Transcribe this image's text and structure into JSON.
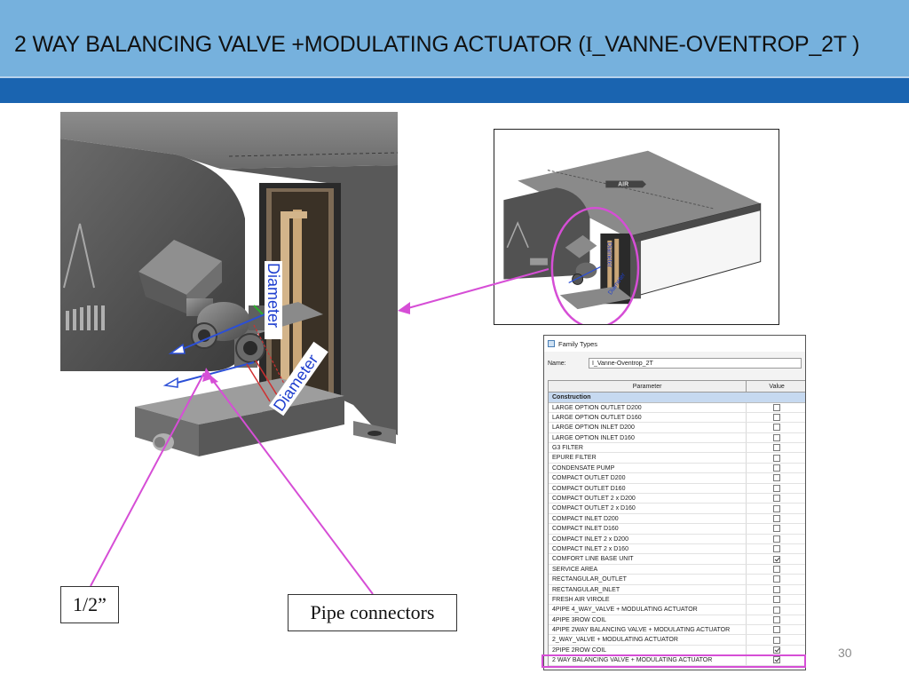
{
  "slide": {
    "title_main": "2 WAY BALANCING VALVE +MODULATING ACTUATOR (",
    "title_italic": "I",
    "title_rest": "_VANNE-OVENTROP_2T )",
    "page_number": "30"
  },
  "colors": {
    "header_light": "#76b1dd",
    "header_dark": "#1a64b0",
    "callout_pink": "#d64ed6"
  },
  "main_image": {
    "label_diameter_vertical": "Diameter",
    "label_diameter_diagonal": "Diameter"
  },
  "thumbnail": {
    "label_air": "AIR",
    "label_diameter_1": "Diameter",
    "label_diameter_2": "Diameter"
  },
  "callouts": {
    "half_inch": "1/2”",
    "pipe_connectors": "Pipe connectors"
  },
  "family_types": {
    "window_title": "Family Types",
    "name_label": "Name:",
    "name_value": "I_Vanne-Oventrop_2T",
    "col_parameter": "Parameter",
    "col_value": "Value",
    "group": "Construction",
    "rows": [
      {
        "label": "LARGE OPTION OUTLET D200",
        "checked": false
      },
      {
        "label": "LARGE OPTION OUTLET D160",
        "checked": false
      },
      {
        "label": "LARGE OPTION INLET D200",
        "checked": false
      },
      {
        "label": "LARGE OPTION INLET D160",
        "checked": false
      },
      {
        "label": "G3 FILTER",
        "checked": false
      },
      {
        "label": "EPURE FILTER",
        "checked": false
      },
      {
        "label": "CONDENSATE PUMP",
        "checked": false
      },
      {
        "label": "COMPACT OUTLET D200",
        "checked": false
      },
      {
        "label": "COMPACT OUTLET D160",
        "checked": false
      },
      {
        "label": "COMPACT OUTLET 2 x D200",
        "checked": false
      },
      {
        "label": "COMPACT OUTLET 2 x D160",
        "checked": false
      },
      {
        "label": "COMPACT INLET D200",
        "checked": false
      },
      {
        "label": "COMPACT INLET D160",
        "checked": false
      },
      {
        "label": "COMPACT INLET 2 x D200",
        "checked": false
      },
      {
        "label": "COMPACT INLET 2 x D160",
        "checked": false
      },
      {
        "label": "COMFORT LINE BASE UNIT",
        "checked": true
      },
      {
        "label": "SERVICE AREA",
        "checked": false
      },
      {
        "label": "RECTANGULAR_OUTLET",
        "checked": false
      },
      {
        "label": "RECTANGULAR_INLET",
        "checked": false
      },
      {
        "label": "FRESH AIR VIROLE",
        "checked": false
      },
      {
        "label": "4PIPE 4_WAY_VALVE + MODULATING ACTUATOR",
        "checked": false
      },
      {
        "label": "4PIPE 3ROW COIL",
        "checked": false
      },
      {
        "label": "4PIPE 2WAY BALANCING VALVE + MODULATING ACTUATOR",
        "checked": false
      },
      {
        "label": "2_WAY_VALVE + MODULATING ACTUATOR",
        "checked": false
      },
      {
        "label": "2PIPE 2ROW COIL",
        "checked": true
      },
      {
        "label": "2 WAY BALANCING VALVE + MODULATING ACTUATOR",
        "checked": true
      }
    ]
  }
}
